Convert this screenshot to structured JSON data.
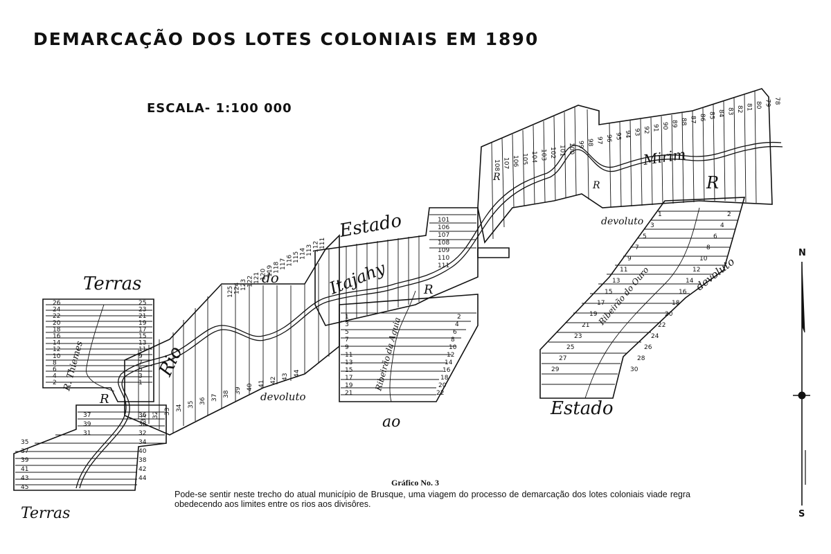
{
  "title": "DEMARCAÇÃO DOS LOTES COLONIAIS EM 1890",
  "scale": "ESCALA- 1:100 000",
  "labels": {
    "terras_top": "Terras",
    "terras_bottom": "Terras",
    "estado_top": "Estado",
    "estado_bottom": "Estado",
    "do": "do",
    "itajahy": "Itajahy",
    "rio": "Rio",
    "mirim": "Mirim",
    "devoluto_1": "devoluto",
    "devoluto_2": "devoluto",
    "devoluto_3": "devoluto",
    "thiemes": "R. Thiemes",
    "ribeirao_aguia": "Ribeirão da Aguia",
    "ribeirao_ouro": "Ribeirão do Ouro",
    "ao": "ao",
    "r_marks": [
      "R",
      "R",
      "R",
      "R",
      "R"
    ]
  },
  "lot_numbers": {
    "west": [
      "26",
      "25",
      "24",
      "23",
      "22",
      "21",
      "20",
      "19",
      "18",
      "17",
      "16",
      "15",
      "14",
      "13",
      "12",
      "11",
      "10",
      "9",
      "8",
      "7",
      "6",
      "5",
      "4",
      "3",
      "2",
      "1"
    ],
    "southwest": [
      "37",
      "36",
      "39",
      "38",
      "31",
      "32",
      "35",
      "34",
      "37",
      "40",
      "39",
      "38",
      "41",
      "42",
      "43",
      "44",
      "45"
    ],
    "center_top": [
      "125",
      "124",
      "123",
      "122",
      "121",
      "120",
      "119",
      "118",
      "117",
      "116",
      "115",
      "114",
      "113",
      "112",
      "111"
    ],
    "center_bottom": [
      "31",
      "32",
      "33",
      "34",
      "35",
      "36",
      "37",
      "38",
      "39",
      "40",
      "41",
      "42",
      "43",
      "44"
    ],
    "northeast_top": [
      "108",
      "107",
      "106",
      "105",
      "104",
      "103",
      "102",
      "101",
      "100",
      "99",
      "98",
      "97",
      "96",
      "95",
      "94",
      "93",
      "92",
      "91",
      "90",
      "89",
      "88",
      "87",
      "86",
      "85",
      "84",
      "83",
      "82",
      "81",
      "80",
      "79",
      "78"
    ],
    "east_block": [
      "1",
      "2",
      "3",
      "4",
      "5",
      "6",
      "7",
      "8",
      "9",
      "10",
      "11",
      "12",
      "13",
      "14",
      "15",
      "16",
      "17",
      "18",
      "19",
      "20",
      "21",
      "22",
      "23",
      "24",
      "25",
      "26",
      "27",
      "28",
      "29",
      "30"
    ],
    "aguia_block": [
      "1",
      "2",
      "3",
      "4",
      "5",
      "6",
      "7",
      "8",
      "9",
      "10",
      "11",
      "12",
      "13",
      "14",
      "15",
      "16",
      "17",
      "18",
      "19",
      "20",
      "21",
      "22"
    ],
    "small_block": [
      "101",
      "106",
      "107",
      "108",
      "109",
      "110",
      "111"
    ]
  },
  "compass": {
    "north": "N",
    "south": "S"
  },
  "caption": {
    "title": "Gráfico No. 3",
    "body": "Pode-se sentir neste trecho do atual município de Brusque, uma viagem do processo de demarcação dos lotes coloniais viade regra obedecendo aos limites entre os rios aos divisôres."
  }
}
